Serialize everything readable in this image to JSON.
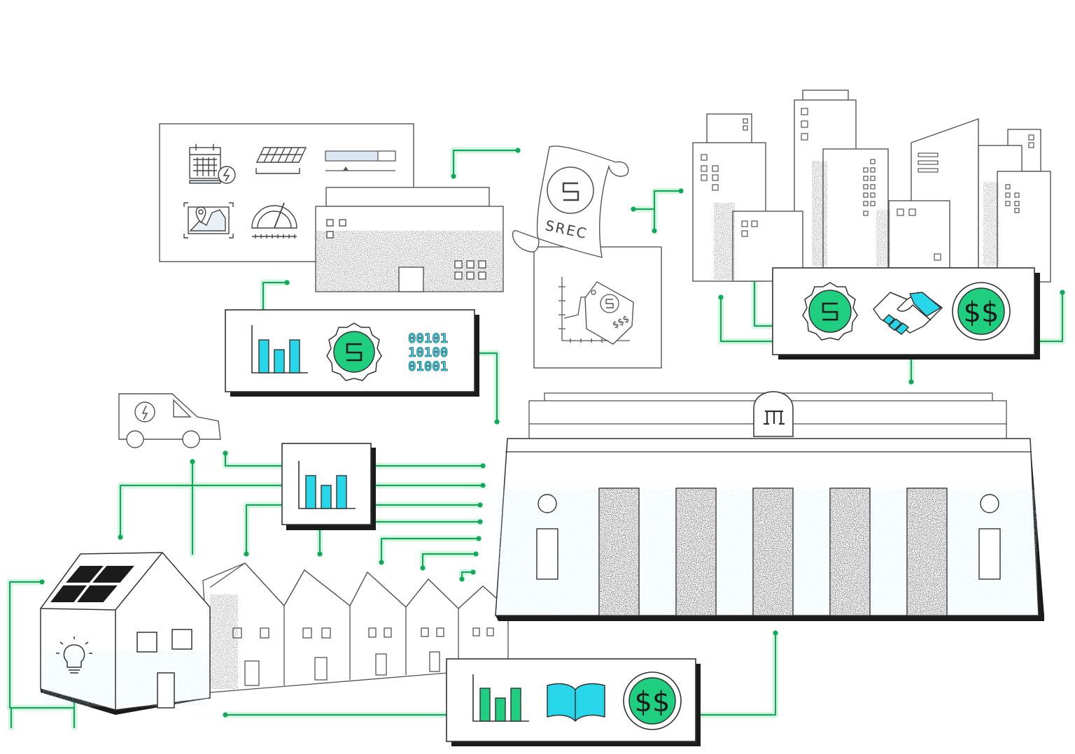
{
  "srec_label": "SREC",
  "price_tag_label": "$$$",
  "binary_lines": [
    "00101",
    "10100",
    "01001"
  ],
  "dollar_label": "$$",
  "colors": {
    "green": "#1fcf7f",
    "wire": "#11a85a",
    "wire_glow": "#d8f4e4",
    "cyan": "#27d6e8",
    "ink": "#1b1b1b",
    "stroke": "#444444",
    "dot_blue": "#9fe6f0"
  },
  "icons": {
    "calendar": "calendar-bolt-icon",
    "solar": "solar-panel-icon",
    "slider": "slider-icon",
    "map": "map-pin-icon",
    "gauge": "gauge-icon",
    "certificate": "certificate-seal-icon",
    "handshake": "handshake-icon",
    "dollar": "dollar-coin-icon",
    "chart": "bar-chart-icon",
    "book": "book-icon",
    "bulb": "lightbulb-icon",
    "bank_logo": "bank-logo-icon",
    "bolt": "bolt-icon"
  }
}
